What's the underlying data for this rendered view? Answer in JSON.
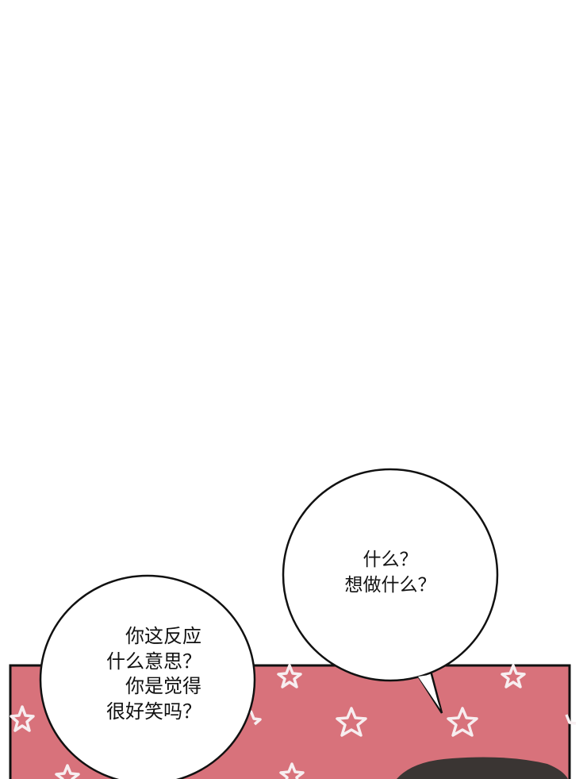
{
  "colors": {
    "panel_bg": "#d8727b",
    "star": "#f7eef0",
    "hair": "#3a3533",
    "ink": "#111111"
  },
  "bubble_right": {
    "lines": [
      "什么？",
      "想做什么？"
    ]
  },
  "bubble_left": {
    "lines": [
      "你这反应",
      "什么意思？",
      "你是觉得",
      "很好笑吗？"
    ]
  }
}
